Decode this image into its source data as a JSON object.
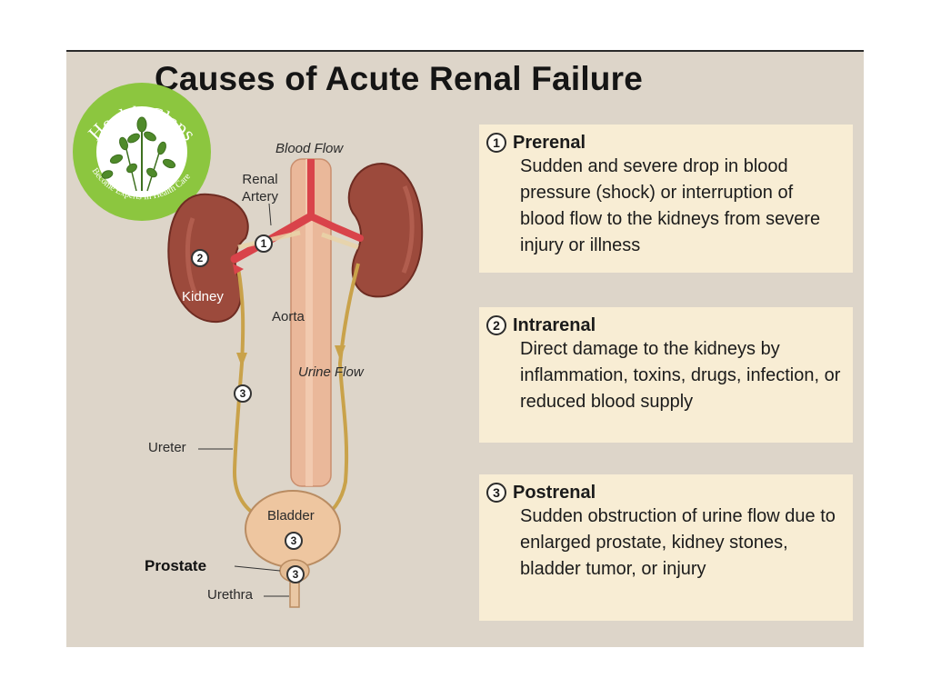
{
  "title": "Causes of Acute Renal Failure",
  "logo": {
    "text": "Health Claps",
    "tagline": "Become Experts In Health Care",
    "icon": "leaf-plant-icon",
    "color": "#8cc63f"
  },
  "diagram_labels": {
    "blood_flow": "Blood Flow",
    "renal_artery": "Renal\nArtery",
    "kidney": "Kidney",
    "aorta": "Aorta",
    "urine_flow": "Urine Flow",
    "ureter": "Ureter",
    "bladder": "Bladder",
    "prostate": "Prostate",
    "urethra": "Urethra"
  },
  "markers": {
    "one": "1",
    "two": "2",
    "three": "3"
  },
  "causes": [
    {
      "number": "1",
      "title": "Prerenal",
      "description": "Sudden and severe drop in blood pressure (shock) or interruption of blood flow to the kidneys from severe injury or illness"
    },
    {
      "number": "2",
      "title": "Intrarenal",
      "description": "Direct damage to the kidneys by inflammation, toxins, drugs, infection, or reduced blood supply"
    },
    {
      "number": "3",
      "title": "Postrenal",
      "description": "Sudden obstruction of urine flow due to enlarged prostate, kidney stones, bladder tumor, or injury"
    }
  ],
  "colors": {
    "background": "#ddd5c9",
    "card": "#f8edd4",
    "kidney": "#9c4a3c",
    "artery": "#d9434a",
    "aorta": "#eab89a",
    "ureter": "#c9a24a",
    "bladder": "#eec6a0"
  }
}
